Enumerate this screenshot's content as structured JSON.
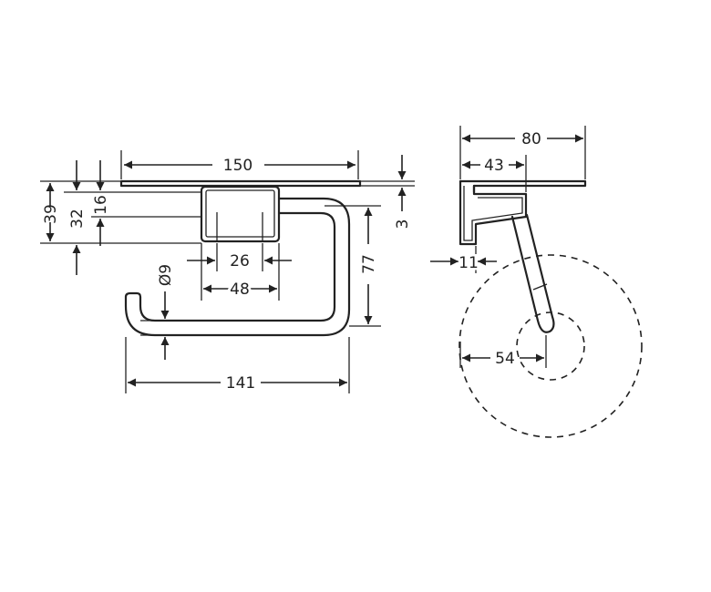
{
  "dimensions": {
    "width_top": "150",
    "height_39": "39",
    "height_32": "32",
    "height_16": "16",
    "plate_3": "3",
    "block_26": "26",
    "block_48": "48",
    "diameter_9": "Ø9",
    "height_77": "77",
    "width_141": "141",
    "depth_80": "80",
    "depth_43": "43",
    "wall_11": "11",
    "roll_54": "54"
  }
}
